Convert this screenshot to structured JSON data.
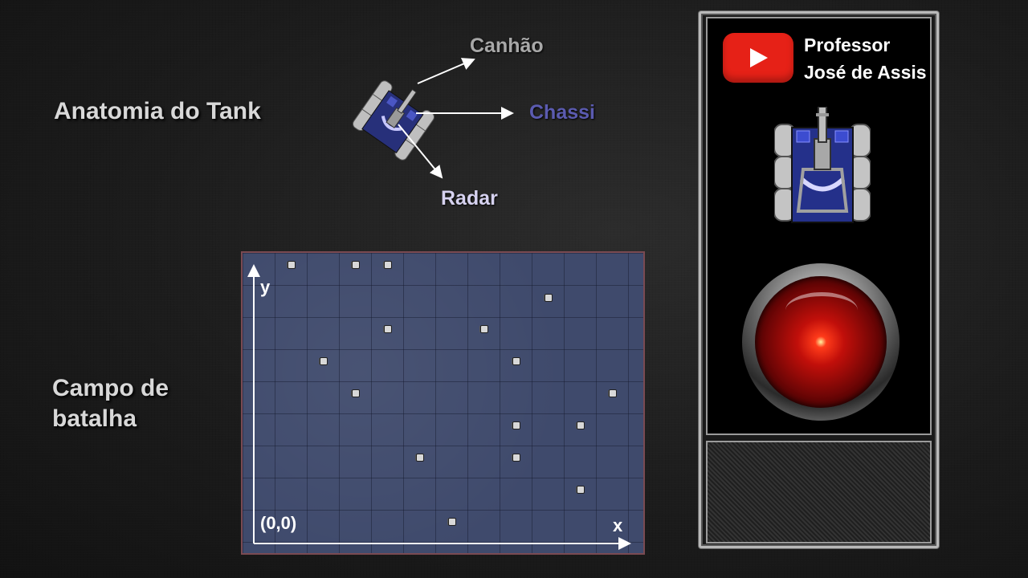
{
  "headings": {
    "anatomy": "Anatomia do Tank",
    "field": "Campo de batalha"
  },
  "tank_parts": {
    "cannon": "Canhão",
    "chassis": "Chassi",
    "radar": "Radar"
  },
  "battlefield": {
    "y_label": "y",
    "x_label": "x",
    "origin_label": "(0,0)"
  },
  "channel": {
    "line1": "Professor",
    "line2": "José de Assis"
  },
  "colors": {
    "cannon_label": "#a8a8a8",
    "chassis_label": "#5b5bb0",
    "radar_label": "#d6d2f0",
    "youtube_red": "#e62117",
    "hal_red": "#c10f0a"
  },
  "icons": [
    "youtube-play-icon",
    "tank-icon",
    "hal-9000-eye-icon"
  ]
}
